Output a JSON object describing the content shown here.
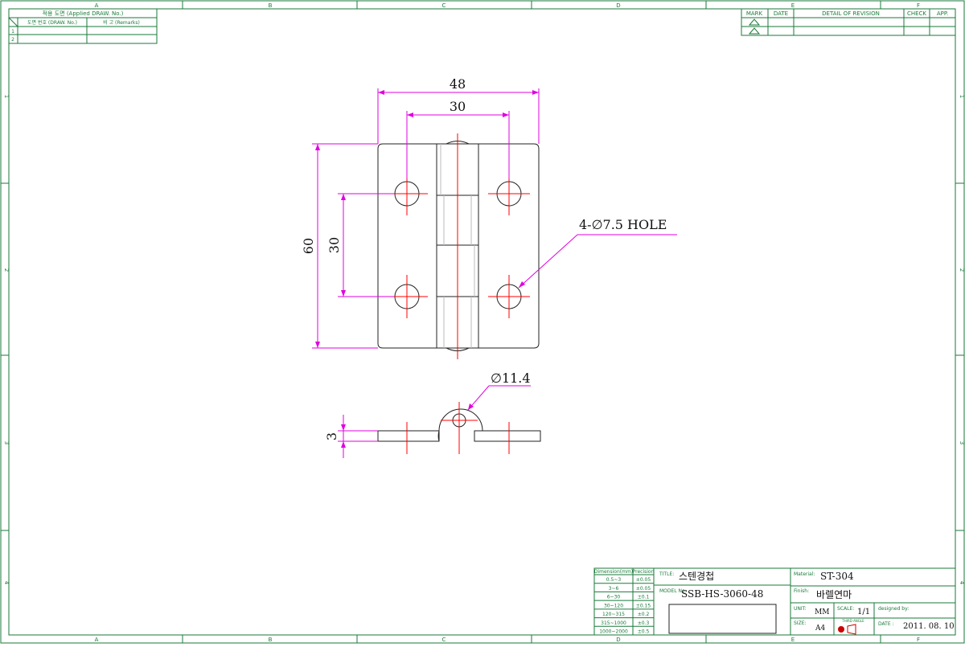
{
  "frame": {
    "col_labels": [
      "A",
      "B",
      "C",
      "D",
      "E",
      "F"
    ],
    "row_labels": [
      "1",
      "2",
      "3",
      "4"
    ]
  },
  "applied_table": {
    "header": "적용 도면 (Applied DRAW. No.)",
    "col1": "도면 번호 (DRAW. No.)",
    "col2": "비 고 (Remarks)",
    "rows": [
      "1",
      "2"
    ]
  },
  "revision_table": {
    "headers": [
      "MARK",
      "DATE",
      "DETAIL OF REVISION",
      "CHECK",
      "APP."
    ]
  },
  "dimensions": {
    "width_outer": "48",
    "width_holes": "30",
    "height_outer": "60",
    "height_holes": "30",
    "hole_note": "4-∅7.5 HOLE",
    "pin_diameter": "∅11.4",
    "thickness": "3"
  },
  "tolerance_table": {
    "header_dim": "Dimension(mm)",
    "header_prec": "Precision",
    "rows": [
      [
        "0.5~3",
        "±0.05"
      ],
      [
        "3~6",
        "±0.05"
      ],
      [
        "6~30",
        "±0.1"
      ],
      [
        "30~120",
        "±0.15"
      ],
      [
        "120~315",
        "±0.2"
      ],
      [
        "315~1000",
        "±0.3"
      ],
      [
        "1000~2000",
        "±0.5"
      ]
    ]
  },
  "title_block": {
    "title_label": "TITLE:",
    "title": "스텐경첩",
    "model_label": "MODEL No.",
    "model": "SSB-HS-3060-48",
    "material_label": "Material:",
    "material": "ST-304",
    "finish_label": "Finish:",
    "finish": "바렐연마",
    "unit_label": "UNIT:",
    "unit": "MM",
    "scale_label": "SCALE:",
    "scale": "1/1",
    "designed_label": "designed by:",
    "size_label": "SIZE:",
    "size": "A4",
    "date_label": "DATE :",
    "date": "2011. 08. 10"
  }
}
